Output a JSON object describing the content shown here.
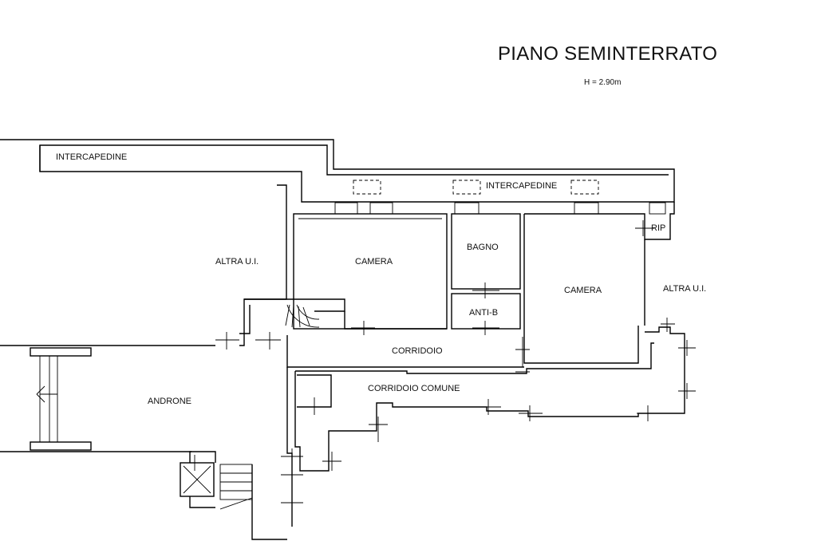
{
  "title": "PIANO SEMINTERRATO",
  "subtitle": "H = 2.90m",
  "labels": {
    "intercapedine_left": "INTERCAPEDINE",
    "intercapedine_top": "INTERCAPEDINE",
    "altra_ui_left": "ALTRA U.I.",
    "altra_ui_right": "ALTRA U.I.",
    "camera_left": "CAMERA",
    "camera_right": "CAMERA",
    "bagno": "BAGNO",
    "antib": "ANTI-B",
    "rip": "RIP",
    "corridoio": "CORRIDOIO",
    "corridoio_comune": "CORRIDOIO COMUNE",
    "androne": "ANDRONE"
  }
}
